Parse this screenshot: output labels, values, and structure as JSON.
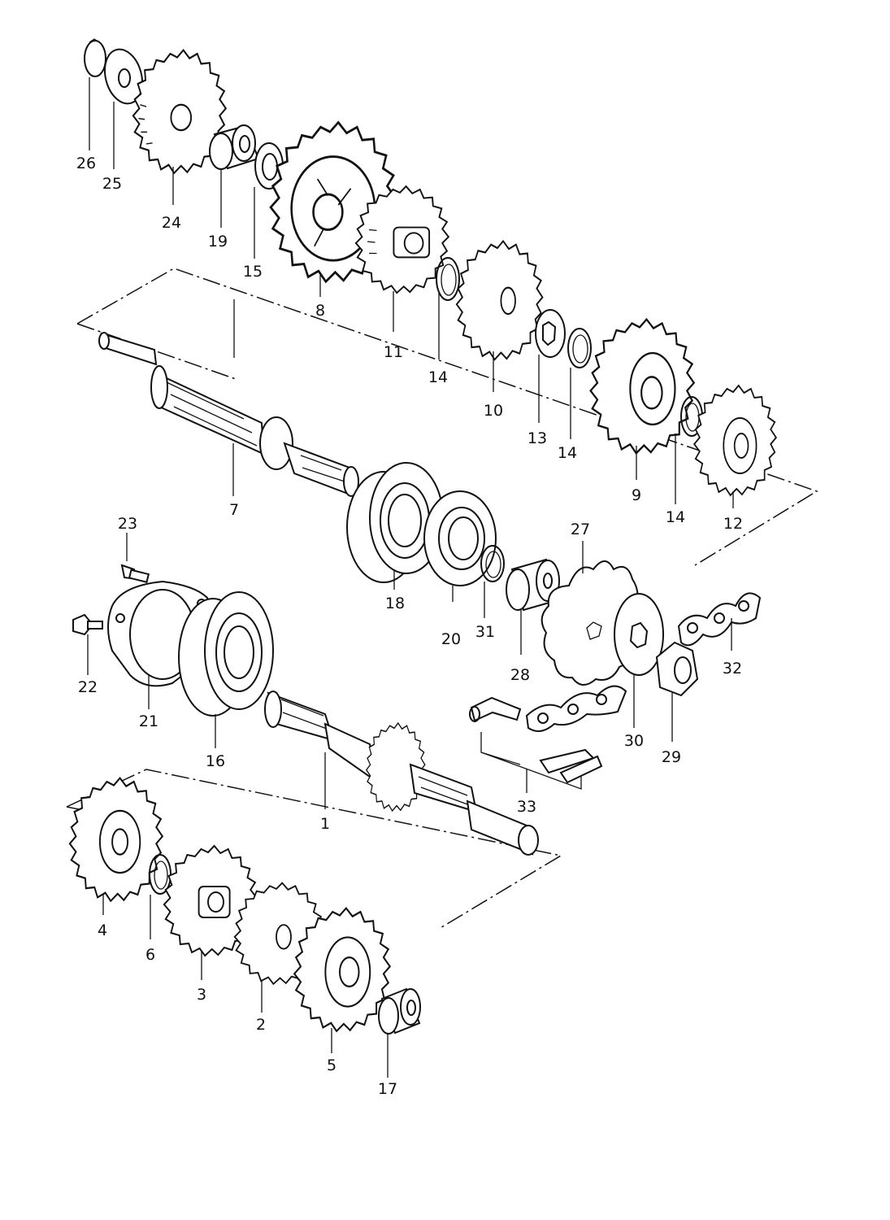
{
  "parts": [
    {
      "id": "p26",
      "number": "26"
    },
    {
      "id": "p25",
      "number": "25"
    },
    {
      "id": "p24",
      "number": "24"
    },
    {
      "id": "p19",
      "number": "19"
    },
    {
      "id": "p15",
      "number": "15"
    },
    {
      "id": "p8",
      "number": "8"
    },
    {
      "id": "p11",
      "number": "11"
    },
    {
      "id": "p14a",
      "number": "14"
    },
    {
      "id": "p10",
      "number": "10"
    },
    {
      "id": "p13",
      "number": "13"
    },
    {
      "id": "p14b",
      "number": "14"
    },
    {
      "id": "p9",
      "number": "9"
    },
    {
      "id": "p14c",
      "number": "14"
    },
    {
      "id": "p12",
      "number": "12"
    },
    {
      "id": "p7",
      "number": "7"
    },
    {
      "id": "p18",
      "number": "18"
    },
    {
      "id": "p20",
      "number": "20"
    },
    {
      "id": "p31",
      "number": "31"
    },
    {
      "id": "p28",
      "number": "28"
    },
    {
      "id": "p27",
      "number": "27"
    },
    {
      "id": "p32",
      "number": "32"
    },
    {
      "id": "p30",
      "number": "30"
    },
    {
      "id": "p29",
      "number": "29"
    },
    {
      "id": "p23",
      "number": "23"
    },
    {
      "id": "p22",
      "number": "22"
    },
    {
      "id": "p21",
      "number": "21"
    },
    {
      "id": "p16",
      "number": "16"
    },
    {
      "id": "p1",
      "number": "1"
    },
    {
      "id": "p33",
      "number": "33"
    },
    {
      "id": "p4",
      "number": "4"
    },
    {
      "id": "p6",
      "number": "6"
    },
    {
      "id": "p3",
      "number": "3"
    },
    {
      "id": "p2",
      "number": "2"
    },
    {
      "id": "p5",
      "number": "5"
    },
    {
      "id": "p17",
      "number": "17"
    }
  ]
}
